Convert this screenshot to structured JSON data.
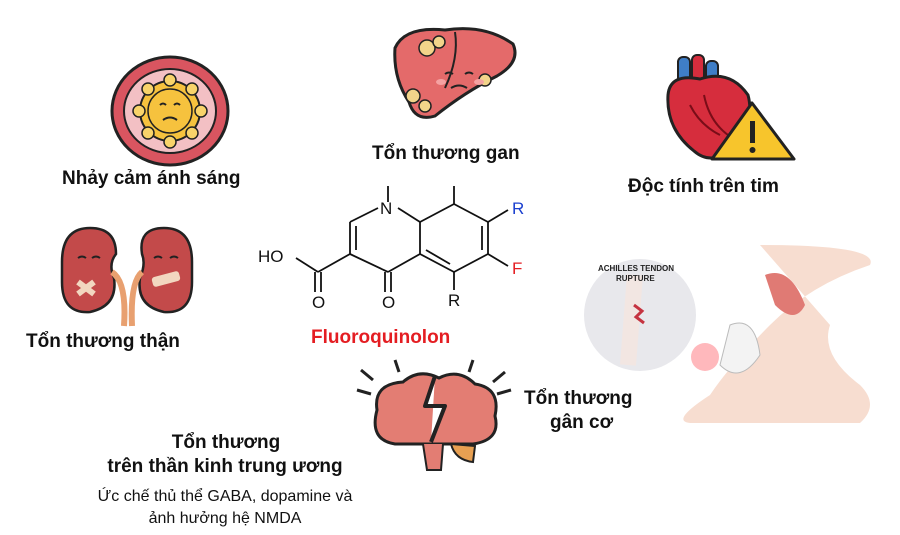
{
  "effects": {
    "photosensitivity": "Nhảy cảm ánh sáng",
    "liver": "Tổn thương gan",
    "heart": "Độc tính trên tim",
    "kidney": "Tổn thương thận",
    "tendon_line1": "Tổn thương",
    "tendon_line2": "gân cơ",
    "cns_line1": "Tổn thương",
    "cns_line2": "trên thần kinh trung ương",
    "cns_detail_line1": "Ức chế thủ thể GABA, dopamine và",
    "cns_detail_line2": "ảnh hưởng hệ NMDA"
  },
  "drug_name": "Fluoroquinolon",
  "structure": {
    "ho": "HO",
    "n": "N",
    "r": "R",
    "f": "F",
    "o": "O"
  },
  "tendon_caption_line1": "ACHILLES TENDON",
  "tendon_caption_line2": "RUPTURE",
  "colors": {
    "drug_name": "#e41d22",
    "r_substituent": "#1a3fcf",
    "f_substituent": "#e41d22"
  },
  "icons": [
    "sun-icon",
    "liver-icon",
    "heart-warning-icon",
    "kidneys-icon",
    "brain-icon",
    "foot-tendon-icon"
  ]
}
